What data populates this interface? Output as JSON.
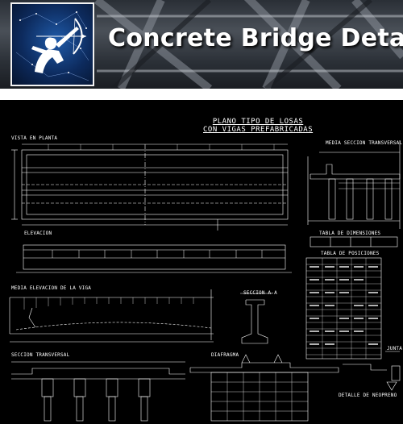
{
  "header": {
    "title": "Concrete Bridge Detail"
  },
  "sheet": {
    "main_title_line1": "PLANO TIPO DE LOSAS",
    "main_title_line2": "CON VIGAS PREFABRICADAS",
    "labels": {
      "vista_planta": "VISTA EN PLANTA",
      "media_seccion": "MEDIA SECCION TRANSVERSAL",
      "elevacion": "ELEVACION",
      "tabla_dimensiones": "TABLA DE DIMENSIONES",
      "tabla_posiciones": "TABLA DE POSICIONES",
      "media_elevacion": "MEDIA ELEVACION DE LA VIGA",
      "seccion_aa": "SECCION A-A",
      "seccion_transversal": "SECCION TRANSVERSAL",
      "diafragma": "DIAFRAGMA",
      "junta": "JUNTA",
      "detalle_neopreno": "DETALLE DE NEOPRENO"
    }
  },
  "colors": {
    "background": "#000000",
    "lines": "#ffffff",
    "banner_text": "#ffffff"
  }
}
